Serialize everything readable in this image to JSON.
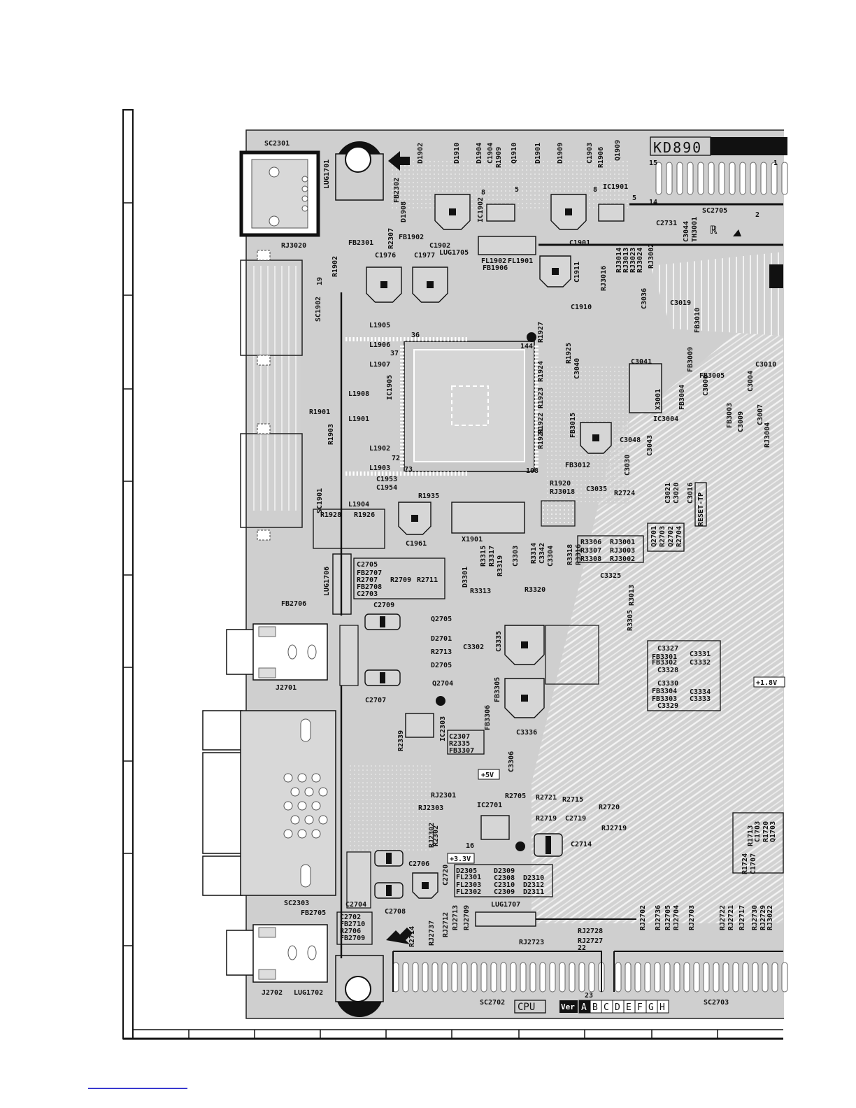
{
  "board": {
    "model_badge": "KD890",
    "cpu_label": "CPU",
    "ver_label": "Ver",
    "ver_letters": [
      "A",
      "B",
      "C",
      "D",
      "E",
      "F",
      "G",
      "H"
    ],
    "power_tags": [
      "+5V",
      "+3.3V",
      "+1.8V"
    ],
    "reset_tp": "RESET-TP"
  },
  "labels": [
    {
      "t": "SC2301"
    },
    {
      "t": "LUG1701"
    },
    {
      "t": "FB2302"
    },
    {
      "t": "D1908"
    },
    {
      "t": "D1902"
    },
    {
      "t": "D1910"
    },
    {
      "t": "D1904"
    },
    {
      "t": "C1904"
    },
    {
      "t": "R1909"
    },
    {
      "t": "Q1910"
    },
    {
      "t": "D1901"
    },
    {
      "t": "D1909"
    },
    {
      "t": "C1903"
    },
    {
      "t": "R1906"
    },
    {
      "t": "Q1909"
    },
    {
      "t": "IC1901"
    },
    {
      "t": "IC1902"
    },
    {
      "t": "15"
    },
    {
      "t": "1"
    },
    {
      "t": "8"
    },
    {
      "t": "5"
    },
    {
      "t": "8"
    },
    {
      "t": "5"
    },
    {
      "t": "14"
    },
    {
      "t": "2"
    },
    {
      "t": "C2731"
    },
    {
      "t": "SC2705"
    },
    {
      "t": "C3044"
    },
    {
      "t": "TH3001"
    },
    {
      "t": "RJ3020"
    },
    {
      "t": "FB2301"
    },
    {
      "t": "R2307"
    },
    {
      "t": "FB1902"
    },
    {
      "t": "C1902"
    },
    {
      "t": "LUG1705"
    },
    {
      "t": "FL1902"
    },
    {
      "t": "FL1901"
    },
    {
      "t": "FB1906"
    },
    {
      "t": "C1901"
    },
    {
      "t": "RJ3014"
    },
    {
      "t": "RJ3013"
    },
    {
      "t": "RJ3023"
    },
    {
      "t": "RJ3024"
    },
    {
      "t": "RJ3002"
    },
    {
      "t": "R1902"
    },
    {
      "t": "C1976"
    },
    {
      "t": "C1977"
    },
    {
      "t": "C1911"
    },
    {
      "t": "RJ3016"
    },
    {
      "t": "C3036"
    },
    {
      "t": "C3019"
    },
    {
      "t": "19"
    },
    {
      "t": "SC1902"
    },
    {
      "t": "C1910"
    },
    {
      "t": "FB3010"
    },
    {
      "t": "L1905"
    },
    {
      "t": "36"
    },
    {
      "t": "R1927"
    },
    {
      "t": "144"
    },
    {
      "t": "L1906"
    },
    {
      "t": "37"
    },
    {
      "t": "R1925"
    },
    {
      "t": "FB3009"
    },
    {
      "t": "C3040"
    },
    {
      "t": "C3041"
    },
    {
      "t": "L1907"
    },
    {
      "t": "IC1905"
    },
    {
      "t": "R1924"
    },
    {
      "t": "R1923"
    },
    {
      "t": "FB3005"
    },
    {
      "t": "C3004"
    },
    {
      "t": "C3010"
    },
    {
      "t": "X3001"
    },
    {
      "t": "FB3004"
    },
    {
      "t": "C3006"
    },
    {
      "t": "L1908"
    },
    {
      "t": "R1922"
    },
    {
      "t": "R1921"
    },
    {
      "t": "IC3004"
    },
    {
      "t": "FB3003"
    },
    {
      "t": "C3007"
    },
    {
      "t": "FB3015"
    },
    {
      "t": "C3009"
    },
    {
      "t": "RJ3004"
    },
    {
      "t": "R1901"
    },
    {
      "t": "L1901"
    },
    {
      "t": "C3048"
    },
    {
      "t": "C3043"
    },
    {
      "t": "R1903"
    },
    {
      "t": "L1902"
    },
    {
      "t": "72"
    },
    {
      "t": "FB3012"
    },
    {
      "t": "C3030"
    },
    {
      "t": "L1903"
    },
    {
      "t": "73"
    },
    {
      "t": "108"
    },
    {
      "t": "C1953"
    },
    {
      "t": "C1954"
    },
    {
      "t": "R1920"
    },
    {
      "t": "RJ3018"
    },
    {
      "t": "C3035"
    },
    {
      "t": "C3021"
    },
    {
      "t": "C3020"
    },
    {
      "t": "C3016"
    },
    {
      "t": "SC1901"
    },
    {
      "t": "R1935"
    },
    {
      "t": "R2724"
    },
    {
      "t": "L1904"
    },
    {
      "t": "R1928"
    },
    {
      "t": "R1926"
    },
    {
      "t": "C1961"
    },
    {
      "t": "X1901"
    },
    {
      "t": "C3303"
    },
    {
      "t": "R3314"
    },
    {
      "t": "C3342"
    },
    {
      "t": "C3304"
    },
    {
      "t": "R3315"
    },
    {
      "t": "R3317"
    },
    {
      "t": "R3318"
    },
    {
      "t": "R3316"
    },
    {
      "t": "R3306"
    },
    {
      "t": "RJ3001"
    },
    {
      "t": "R3307"
    },
    {
      "t": "RJ3003"
    },
    {
      "t": "R3308"
    },
    {
      "t": "RJ3002"
    },
    {
      "t": "Q2701"
    },
    {
      "t": "R2703"
    },
    {
      "t": "Q2702"
    },
    {
      "t": "R2704"
    },
    {
      "t": "LUG1706"
    },
    {
      "t": "C2705"
    },
    {
      "t": "FB2707"
    },
    {
      "t": "R2707"
    },
    {
      "t": "R2709"
    },
    {
      "t": "R2711"
    },
    {
      "t": "FB2708"
    },
    {
      "t": "C2703"
    },
    {
      "t": "D3301"
    },
    {
      "t": "R3319"
    },
    {
      "t": "R3313"
    },
    {
      "t": "R3320"
    },
    {
      "t": "C3325"
    },
    {
      "t": "R3013"
    },
    {
      "t": "R3305"
    },
    {
      "t": "FB2706"
    },
    {
      "t": "C2709"
    },
    {
      "t": "Q2705"
    },
    {
      "t": "D2701"
    },
    {
      "t": "R2713"
    },
    {
      "t": "D2705"
    },
    {
      "t": "C3302"
    },
    {
      "t": "C3335"
    },
    {
      "t": "J2701"
    },
    {
      "t": "Q2704"
    },
    {
      "t": "FB3305"
    },
    {
      "t": "C2707"
    },
    {
      "t": "FB3306"
    },
    {
      "t": "C3336"
    },
    {
      "t": "C3327"
    },
    {
      "t": "FB3301"
    },
    {
      "t": "C3331"
    },
    {
      "t": "FB3302"
    },
    {
      "t": "C3332"
    },
    {
      "t": "C3328"
    },
    {
      "t": "C3330"
    },
    {
      "t": "FB3304"
    },
    {
      "t": "C3334"
    },
    {
      "t": "FB3303"
    },
    {
      "t": "C3333"
    },
    {
      "t": "C3329"
    },
    {
      "t": "IC2303"
    },
    {
      "t": "R2339"
    },
    {
      "t": "C2307"
    },
    {
      "t": "R2335"
    },
    {
      "t": "FB3307"
    },
    {
      "t": "C3306"
    },
    {
      "t": "RJ2301"
    },
    {
      "t": "RJ2303"
    },
    {
      "t": "IC2701"
    },
    {
      "t": "R2705"
    },
    {
      "t": "R2721"
    },
    {
      "t": "R2715"
    },
    {
      "t": "R2720"
    },
    {
      "t": "R2719"
    },
    {
      "t": "C2719"
    },
    {
      "t": "RJ2719"
    },
    {
      "t": "RJ2302"
    },
    {
      "t": "R2302"
    },
    {
      "t": "16"
    },
    {
      "t": "C2714"
    },
    {
      "t": "R1713"
    },
    {
      "t": "C1703"
    },
    {
      "t": "R1720"
    },
    {
      "t": "Q1703"
    },
    {
      "t": "R1724"
    },
    {
      "t": "C1707"
    },
    {
      "t": "C2706"
    },
    {
      "t": "C2720"
    },
    {
      "t": "D2305"
    },
    {
      "t": "D2309"
    },
    {
      "t": "FL2301"
    },
    {
      "t": "C2308"
    },
    {
      "t": "D2310"
    },
    {
      "t": "FL2303"
    },
    {
      "t": "C2310"
    },
    {
      "t": "D2312"
    },
    {
      "t": "FL2302"
    },
    {
      "t": "C2309"
    },
    {
      "t": "D2311"
    },
    {
      "t": "SC2303"
    },
    {
      "t": "C2704"
    },
    {
      "t": "FB2705"
    },
    {
      "t": "C2708"
    },
    {
      "t": "C2702"
    },
    {
      "t": "FB2710"
    },
    {
      "t": "R2706"
    },
    {
      "t": "FB2709"
    },
    {
      "t": "R2714"
    },
    {
      "t": "RJ2737"
    },
    {
      "t": "RJ2712"
    },
    {
      "t": "RJ2713"
    },
    {
      "t": "RJ2709"
    },
    {
      "t": "LUG1707"
    },
    {
      "t": "RJ2728"
    },
    {
      "t": "RJ2727"
    },
    {
      "t": "22"
    },
    {
      "t": "RJ2723"
    },
    {
      "t": "RJ2702"
    },
    {
      "t": "RJ2736"
    },
    {
      "t": "RJ2705"
    },
    {
      "t": "RJ2704"
    },
    {
      "t": "RJ2703"
    },
    {
      "t": "RJ2722"
    },
    {
      "t": "RJ2721"
    },
    {
      "t": "RJ2717"
    },
    {
      "t": "RJ2730"
    },
    {
      "t": "RJ2729"
    },
    {
      "t": "RJ3022"
    },
    {
      "t": "J2702"
    },
    {
      "t": "LUG1702"
    },
    {
      "t": "SC2702"
    },
    {
      "t": "23"
    },
    {
      "t": "SC2703"
    }
  ]
}
